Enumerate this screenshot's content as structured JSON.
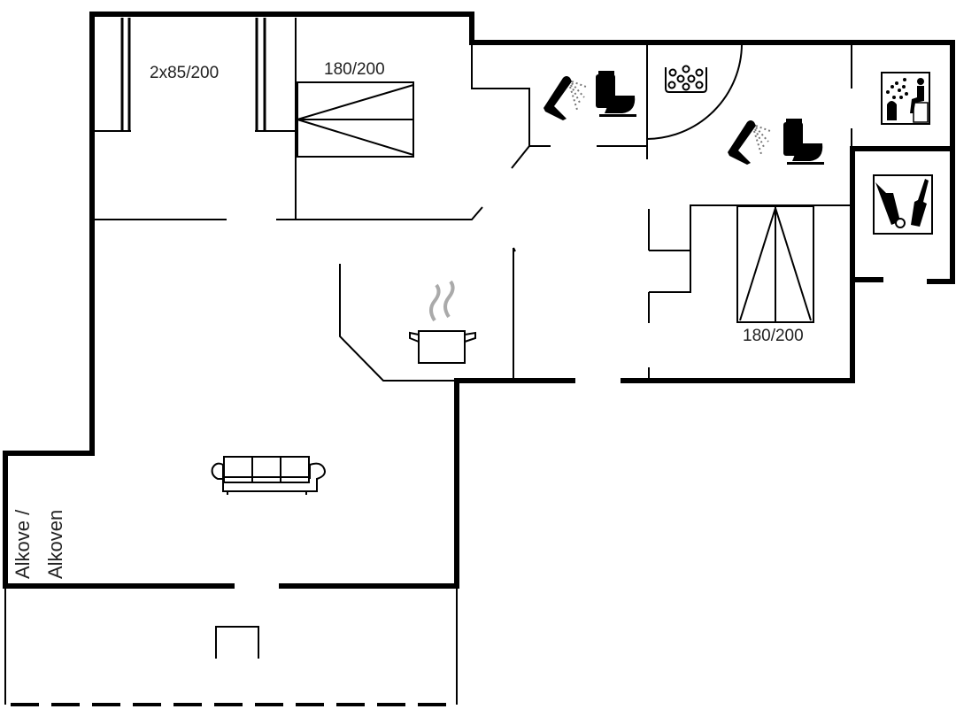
{
  "diagram": {
    "type": "floor-plan",
    "colors": {
      "walls": "#000000",
      "background": "#ffffff",
      "steam": "#aaaaaa"
    },
    "rooms": [
      {
        "id": "bedroom-1",
        "bed_label": "2x85/200"
      },
      {
        "id": "bedroom-2",
        "bed_label": "180/200"
      },
      {
        "id": "bedroom-3",
        "bed_label": "180/200"
      },
      {
        "id": "alcove",
        "label_line1": "Alkove /",
        "label_line2": "Alkoven"
      }
    ],
    "icons": [
      "shower-icon",
      "toilet-icon",
      "whirlpool-icon",
      "shower-icon",
      "toilet-icon",
      "sauna-icon",
      "utility-washer-icon",
      "cooking-pot-icon",
      "sofa-icon",
      "terrace-step-icon"
    ]
  }
}
